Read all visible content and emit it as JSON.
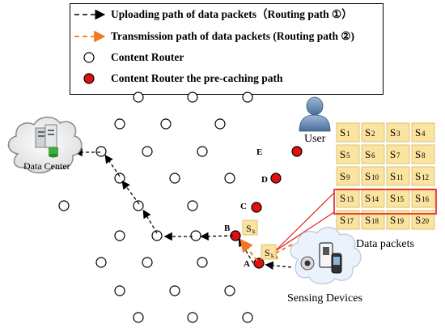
{
  "legend": {
    "upload": "Uploading path of data packets（Routing path ①）",
    "transmission": "Transmission path of data packets (Routing path ②)",
    "router": "Content Router",
    "precache": "Content Router the pre-caching path"
  },
  "labels": {
    "data_center": "Data Center",
    "user": "User",
    "data_packets": "Data packets",
    "sensing_devices": "Sensing Devices",
    "node_a": "A",
    "node_b": "B",
    "node_c": "C",
    "node_d": "D",
    "node_e": "E",
    "packet_near_b": "S",
    "packet_near_b_sub": "k",
    "packet_near_a": "S",
    "packet_near_a_sub": "k"
  },
  "packets": [
    {
      "letter": "S",
      "num": "1"
    },
    {
      "letter": "S",
      "num": "2"
    },
    {
      "letter": "S",
      "num": "3"
    },
    {
      "letter": "S",
      "num": "4"
    },
    {
      "letter": "S",
      "num": "5"
    },
    {
      "letter": "S",
      "num": "6"
    },
    {
      "letter": "S",
      "num": "7"
    },
    {
      "letter": "S",
      "num": "8"
    },
    {
      "letter": "S",
      "num": "9"
    },
    {
      "letter": "S",
      "num": "10"
    },
    {
      "letter": "S",
      "num": "11"
    },
    {
      "letter": "S",
      "num": "12"
    },
    {
      "letter": "S",
      "num": "13"
    },
    {
      "letter": "S",
      "num": "14"
    },
    {
      "letter": "S",
      "num": "15"
    },
    {
      "letter": "S",
      "num": "16"
    },
    {
      "letter": "S",
      "num": "17"
    },
    {
      "letter": "S",
      "num": "18"
    },
    {
      "letter": "S",
      "num": "19"
    },
    {
      "letter": "S",
      "num": "20"
    }
  ],
  "colors": {
    "precache_node": "#e01010",
    "packet_fill": "#fbe3a0",
    "upload_path": "#000000",
    "transmission_path": "#f07820",
    "highlight": "#e02020"
  }
}
